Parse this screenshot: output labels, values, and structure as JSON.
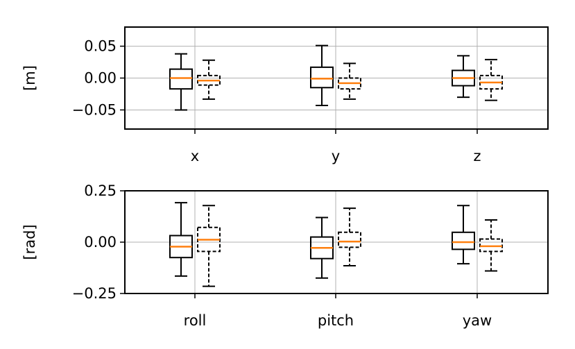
{
  "chart_data": [
    {
      "type": "box",
      "ylabel": "[m]",
      "ylim": [
        -0.08,
        0.08
      ],
      "yticks": [
        0.05,
        0.0,
        -0.05
      ],
      "ytick_labels": [
        "0.05",
        "0.00",
        "−0.05"
      ],
      "categories": [
        "x",
        "y",
        "z"
      ],
      "grid": true,
      "series": [
        {
          "style": "solid",
          "boxes": [
            {
              "whisker_low": -0.05,
              "q1": -0.017,
              "median": 0.0,
              "q3": 0.014,
              "whisker_high": 0.038
            },
            {
              "whisker_low": -0.043,
              "q1": -0.015,
              "median": -0.001,
              "q3": 0.017,
              "whisker_high": 0.051
            },
            {
              "whisker_low": -0.03,
              "q1": -0.012,
              "median": 0.0,
              "q3": 0.012,
              "whisker_high": 0.035
            }
          ]
        },
        {
          "style": "dashed",
          "boxes": [
            {
              "whisker_low": -0.033,
              "q1": -0.011,
              "median": -0.004,
              "q3": 0.004,
              "whisker_high": 0.028
            },
            {
              "whisker_low": -0.033,
              "q1": -0.017,
              "median": -0.008,
              "q3": 0.0,
              "whisker_high": 0.023
            },
            {
              "whisker_low": -0.035,
              "q1": -0.017,
              "median": -0.007,
              "q3": 0.004,
              "whisker_high": 0.029
            }
          ]
        }
      ]
    },
    {
      "type": "box",
      "ylabel": "[rad]",
      "ylim": [
        -0.25,
        0.25
      ],
      "yticks": [
        0.25,
        0.0,
        -0.25
      ],
      "ytick_labels": [
        "0.25",
        "0.00",
        "−0.25"
      ],
      "categories": [
        "roll",
        "pitch",
        "yaw"
      ],
      "grid": true,
      "series": [
        {
          "style": "solid",
          "boxes": [
            {
              "whisker_low": -0.165,
              "q1": -0.075,
              "median": -0.022,
              "q3": 0.032,
              "whisker_high": 0.192
            },
            {
              "whisker_low": -0.175,
              "q1": -0.08,
              "median": -0.028,
              "q3": 0.025,
              "whisker_high": 0.12
            },
            {
              "whisker_low": -0.105,
              "q1": -0.035,
              "median": 0.0,
              "q3": 0.048,
              "whisker_high": 0.178
            }
          ]
        },
        {
          "style": "dashed",
          "boxes": [
            {
              "whisker_low": -0.215,
              "q1": -0.045,
              "median": 0.012,
              "q3": 0.072,
              "whisker_high": 0.178
            },
            {
              "whisker_low": -0.115,
              "q1": -0.025,
              "median": 0.003,
              "q3": 0.048,
              "whisker_high": 0.165
            },
            {
              "whisker_low": -0.14,
              "q1": -0.045,
              "median": -0.02,
              "q3": 0.015,
              "whisker_high": 0.108
            }
          ]
        }
      ]
    }
  ],
  "colors": {
    "median": "#ff7f0e",
    "box_edge": "#000000",
    "grid": "#b0b0b0"
  }
}
